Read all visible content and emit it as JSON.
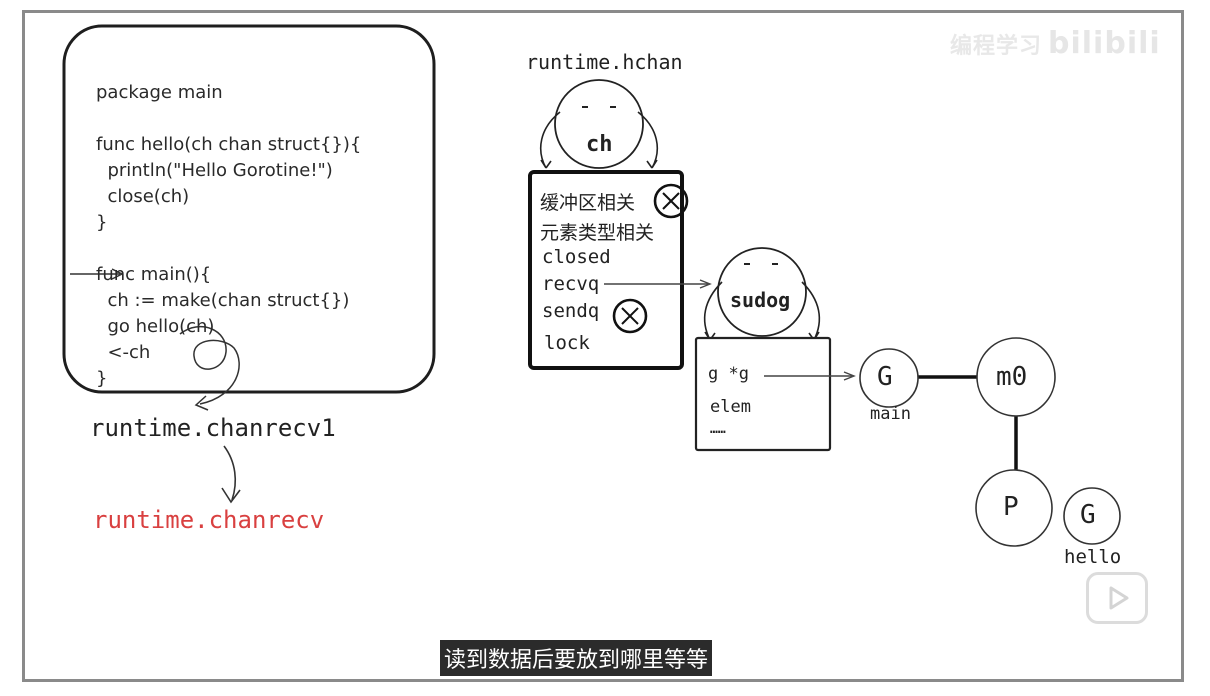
{
  "watermark": {
    "text": "编程学习",
    "logo": "bilibili"
  },
  "code": {
    "lines": [
      "package main",
      "",
      "func hello(ch chan struct{}){",
      "  println(\"Hello Gorotine!\")",
      "  close(ch)",
      "}",
      "",
      "func main(){",
      "  ch := make(chan struct{})",
      "  go hello(ch)",
      "  <-ch",
      "}"
    ]
  },
  "calls": {
    "chanrecv1": "runtime.chanrecv1",
    "chanrecv": "runtime.chanrecv"
  },
  "hchan": {
    "title": "runtime.hchan",
    "head_label": "ch",
    "fields": [
      "缓冲区相关",
      "元素类型相关",
      "closed",
      "recvq",
      "sendq",
      "lock"
    ]
  },
  "sudog": {
    "head_label": "sudog",
    "fields": [
      "g *g",
      "elem",
      "……"
    ]
  },
  "gmp": {
    "g_main": "G",
    "g_main_label": "main",
    "m0": "m0",
    "p": "P",
    "g_hello": "G",
    "g_hello_label": "hello"
  },
  "subtitle": "读到数据后要放到哪里等等",
  "colors": {
    "accent_red": "#d94040",
    "ink": "#222222",
    "frame": "#8a8a8a"
  }
}
